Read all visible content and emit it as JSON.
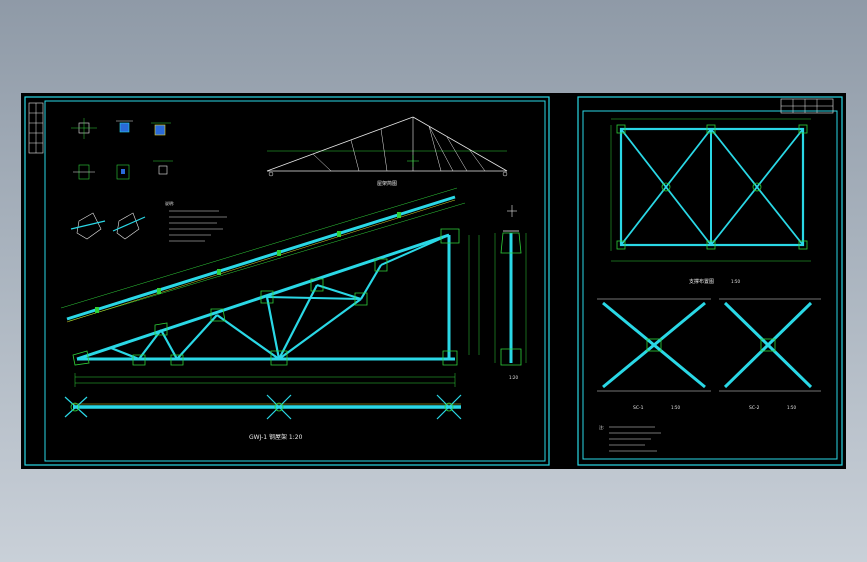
{
  "drawing": {
    "title_main_truss": "GWJ-1 钢屋架 1:20",
    "title_elevation": "1:20",
    "title_small_truss": "屋架简图",
    "title_plan": "支撑布置图",
    "plan_scale": "1:50",
    "title_brace_1": "SC-1",
    "title_brace_2": "SC-2",
    "brace_scale": "1:50",
    "notes_heading": "说明:",
    "plan_notes_heading": "注:"
  },
  "colors": {
    "background": "#000000",
    "frame": "#2ad8e6",
    "members": "#2ad8e6",
    "dimensions": "#2fd13a",
    "text": "#e8e8e8",
    "page": "#a9b3be"
  }
}
